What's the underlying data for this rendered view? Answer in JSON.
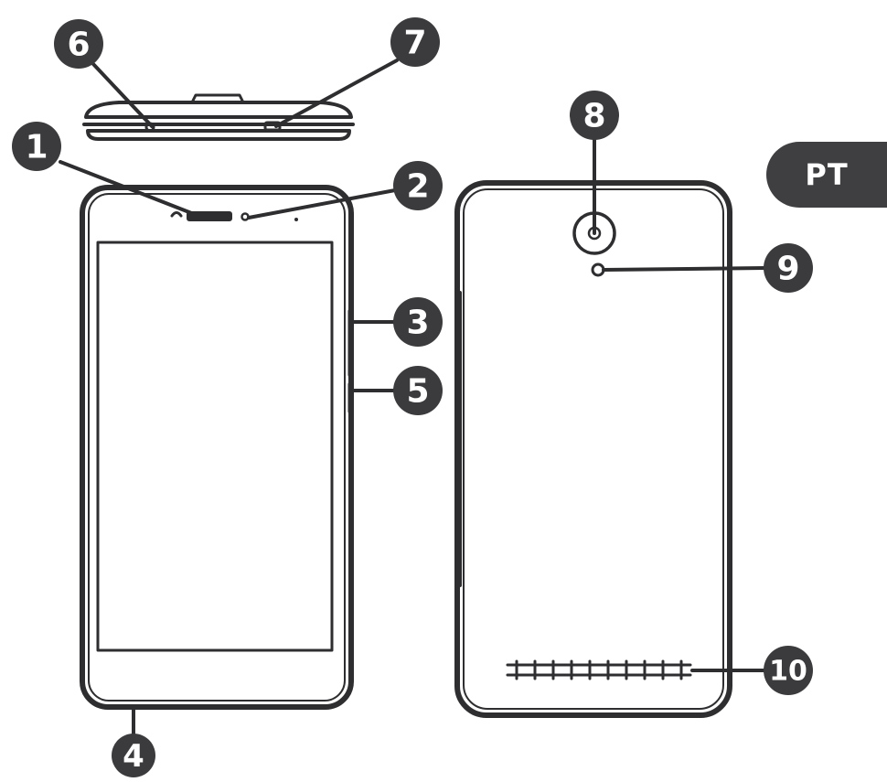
{
  "language_badge": "PT",
  "callouts": [
    "1",
    "2",
    "3",
    "4",
    "5",
    "6",
    "7",
    "8",
    "9",
    "10"
  ],
  "colors": {
    "line": "#2e2e30",
    "badge": "#3f3f41",
    "callout_fill": "#3b3b3d",
    "callout_text": "#ffffff"
  }
}
